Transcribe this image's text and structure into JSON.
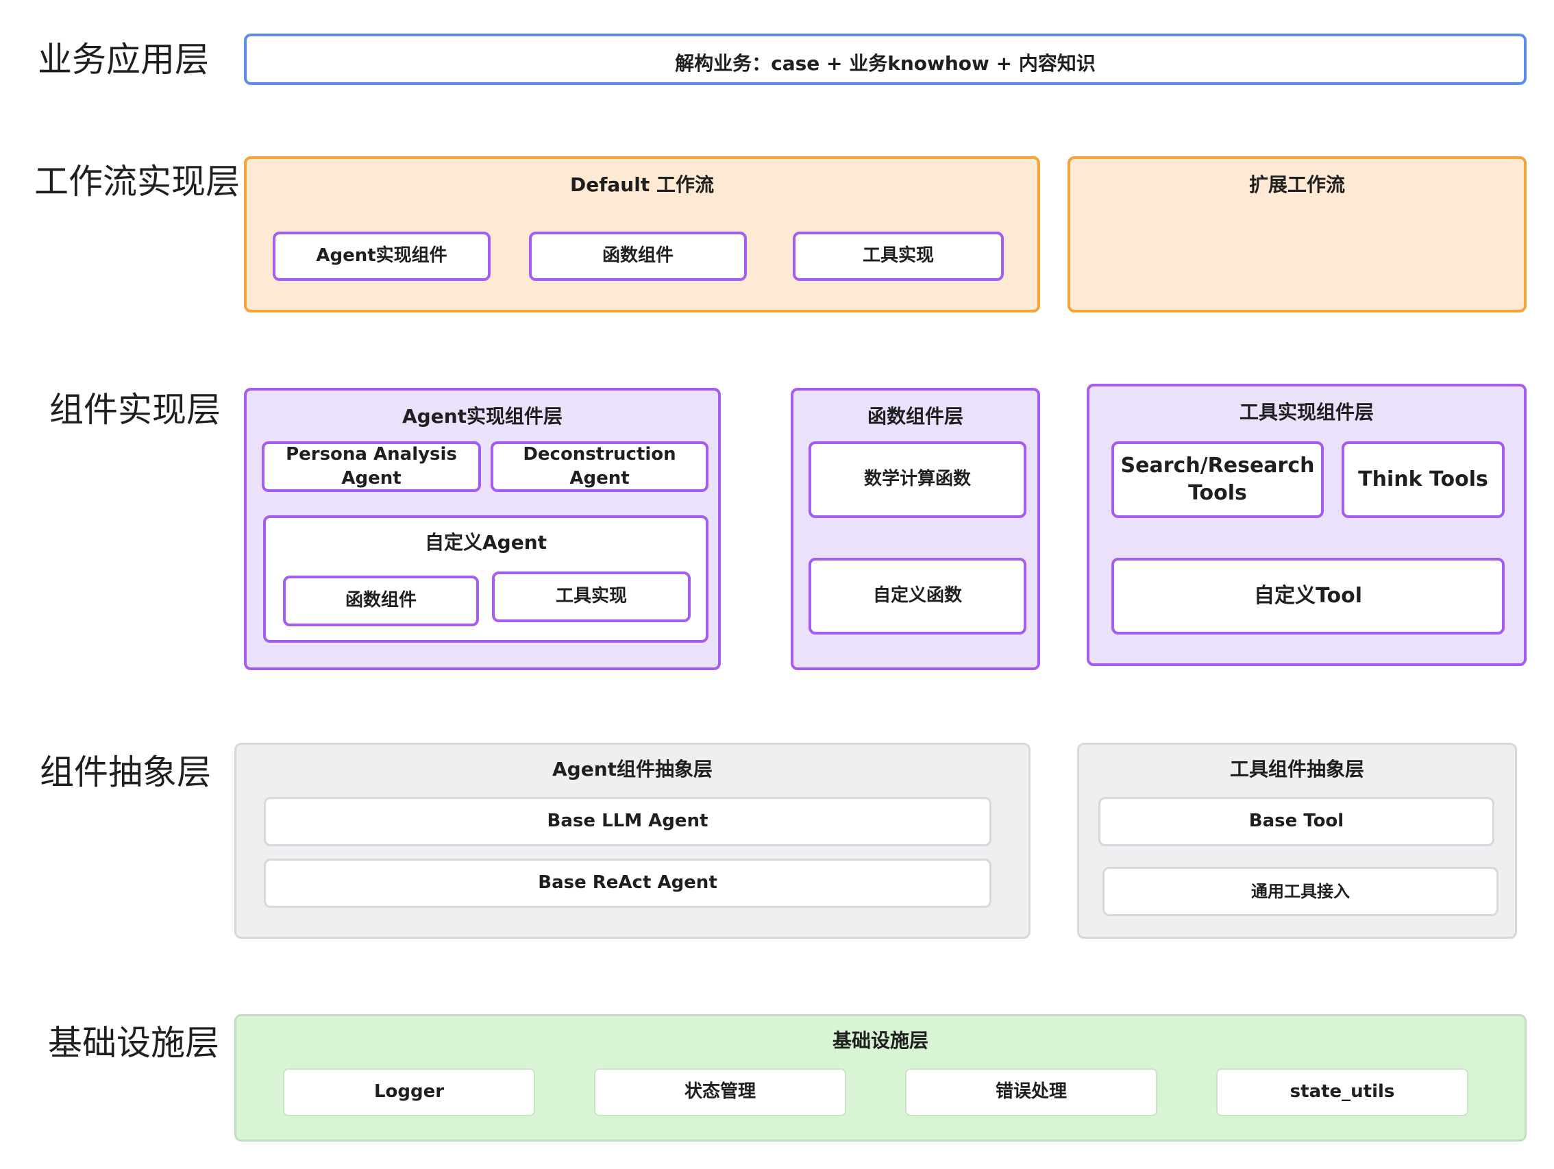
{
  "layers": {
    "business": "业务应用层",
    "workflow": "工作流实现层",
    "component_impl": "组件实现层",
    "component_abstract": "组件抽象层",
    "infrastructure": "基础设施层"
  },
  "business_box": {
    "text": "解构业务：case  +  业务knowhow + 内容知识"
  },
  "default_workflow": {
    "title": "Default 工作流",
    "items": [
      "Agent实现组件",
      "函数组件",
      "工具实现"
    ]
  },
  "extended_workflow": {
    "title": "扩展工作流"
  },
  "agent_impl": {
    "title": "Agent实现组件层",
    "items": [
      "Persona Analysis Agent",
      "Deconstruction Agent"
    ],
    "custom": {
      "title": "自定义Agent",
      "items": [
        "函数组件",
        "工具实现"
      ]
    }
  },
  "function_impl": {
    "title": "函数组件层",
    "items": [
      "数学计算函数",
      "自定义函数"
    ]
  },
  "tool_impl": {
    "title": "工具实现组件层",
    "items": [
      "Search/Research Tools",
      "Think Tools",
      "自定义Tool"
    ]
  },
  "agent_abstract": {
    "title": "Agent组件抽象层",
    "items": [
      "Base LLM Agent",
      "Base ReAct Agent"
    ]
  },
  "tool_abstract": {
    "title": "工具组件抽象层",
    "items": [
      "Base Tool",
      "通用工具接入"
    ]
  },
  "infra": {
    "title": "基础设施层",
    "items": [
      "Logger",
      "状态管理",
      "错误处理",
      "state_utils"
    ]
  },
  "colors": {
    "business_border": "#5b8def",
    "workflow_fill": "#fde9d4",
    "workflow_border": "#f5a43a",
    "component_fill": "#ece1fb",
    "component_border": "#a35df0",
    "abstract_fill": "#eeeff1",
    "infra_fill": "#d9f3d5"
  }
}
